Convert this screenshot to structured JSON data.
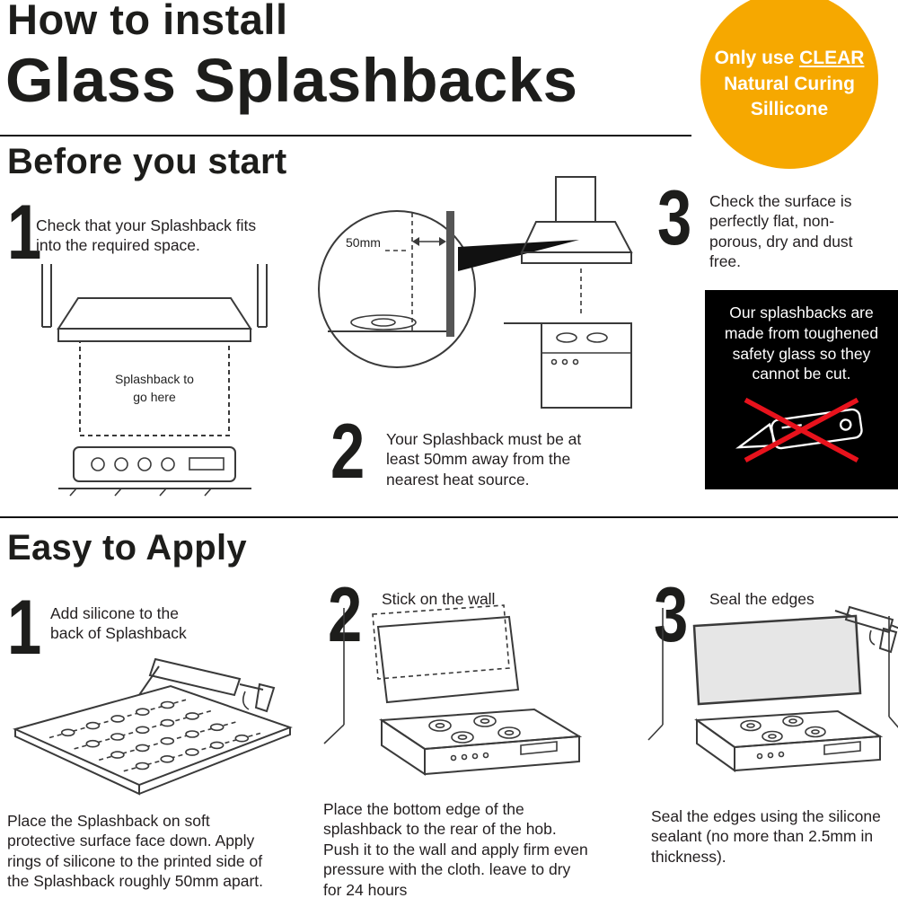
{
  "header": {
    "title_line1": "How to install",
    "title_line2": "Glass Splashbacks"
  },
  "badge": {
    "line1_prefix": "Only use ",
    "line1_underlined": "CLEAR",
    "line2": "Natural Curing",
    "line3": "Sillicone",
    "bg_color": "#F6A800",
    "text_color": "#FFFFFF"
  },
  "before": {
    "heading": "Before you start",
    "step1": {
      "number": "1",
      "text": "Check that your Splashback fits into the required space."
    },
    "step2": {
      "number": "2",
      "text": "Your Splashback must be at least 50mm away from the nearest heat source."
    },
    "step3": {
      "number": "3",
      "text": "Check the surface is perfectly flat, non-porous, dry and dust free."
    },
    "diagram1": {
      "label_line1": "Splashback to",
      "label_line2": "go here"
    },
    "diagram2": {
      "measure_label": "50mm"
    },
    "warning": {
      "text": "Our splashbacks are made from toughened safety glass so they cannot be cut.",
      "bg_color": "#000000",
      "text_color": "#FFFFFF",
      "cross_color": "#E8121C"
    }
  },
  "apply": {
    "heading": "Easy to Apply",
    "steps": [
      {
        "number": "1",
        "title": "Add silicone to the back of Splashback",
        "caption": "Place the Splashback on soft protective surface face down. Apply rings of silicone to the printed side of the Splashback roughly 50mm apart."
      },
      {
        "number": "2",
        "title": "Stick on the wall",
        "caption": "Place the bottom edge of the splashback to the rear of the hob. Push it to the wall and apply firm even pressure with the cloth. leave to dry for 24 hours"
      },
      {
        "number": "3",
        "title": "Seal the edges",
        "caption": "Seal the edges using the silicone sealant (no more than 2.5mm in thickness)."
      }
    ]
  }
}
